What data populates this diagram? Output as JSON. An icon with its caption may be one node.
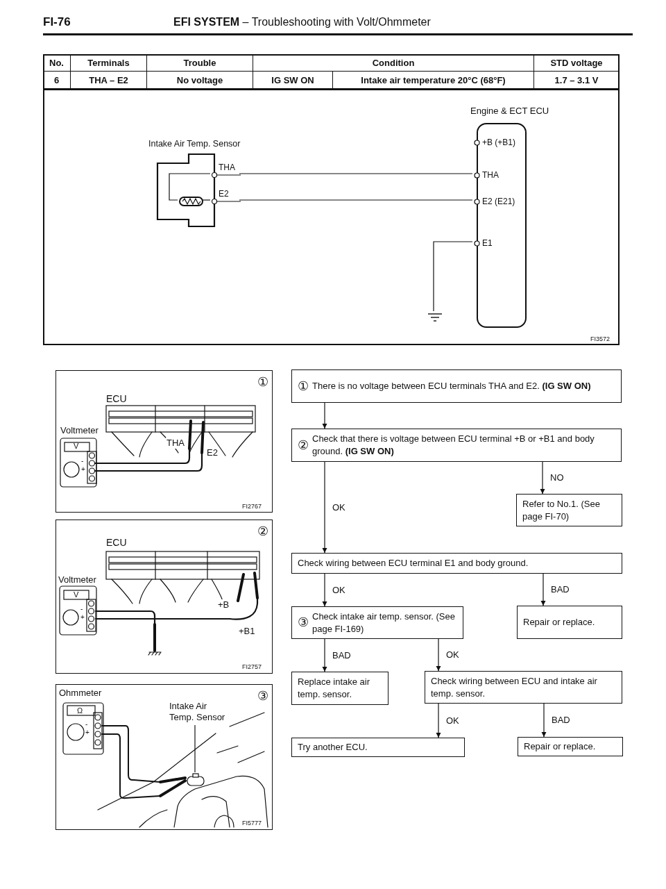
{
  "diagram": {
    "title": "**EFI SYSTEM** – Troubleshooting with Volt/Ohmmeter",
    "nodes": [
      {
        "text": [
          "FI3572"
        ]
      },
      {
        "text": [
          "Engine & ECT ECU"
        ],
        "in": 0
      },
      {
        "text": [
          "+B (+B1)"
        ],
        "in": 1
      },
      {
        "text": [
          "Intake Air Temp. Sensor"
        ],
        "in": 0
      },
      {
        "text": [
          "THA"
        ],
        "in": 0
      },
      {
        "text": [
          "THA"
        ],
        "in": 1
      },
      {
        "text": [
          "E2"
        ],
        "in": 0
      },
      {
        "text": [
          "E2 (E21)"
        ],
        "in": 1
      },
      {
        "text": [
          "E1"
        ],
        "in": 1
      },
      {
        "text": [],
        "shape": "ground",
        "in": 0
      },
      {
        "text": [
          "①",
          "ECU",
          "Voltmeter",
          "V",
          "-",
          "+",
          "THA",
          "E2",
          "FI2767"
        ]
      },
      {
        "text": [
          "②",
          "ECU",
          "Voltmeter",
          "V",
          "-",
          "+",
          "+B",
          "+B1",
          "FI2757"
        ]
      },
      {
        "text": [
          "Ohmmeter",
          "③",
          "Ω",
          "-",
          "+",
          "FI5777"
        ]
      },
      {
        "text": [
          "Intake Air Temp. Sensor"
        ],
        "in": 12
      },
      {
        "text": [],
        "shape": "box",
        "in": 12
      },
      {
        "text": [
          "①",
          "There is no voltage between ECU terminals THA and E2. **(IG SW ON)**"
        ]
      },
      {
        "text": [
          "②",
          "Check that there is voltage between ECU terminal +B or +B1 and body ground. **(IG SW ON)**"
        ]
      },
      {
        "text": [
          "Refer to No.1. (See page FI-70)"
        ]
      },
      {
        "text": [
          "Check wiring between ECU terminal E1 and body ground."
        ]
      },
      {
        "text": [
          "③",
          "Check intake air temp. sensor. (See page FI-169)"
        ]
      },
      {
        "text": [
          "Repair or replace."
        ]
      },
      {
        "text": [
          "Replace intake air temp. sensor."
        ]
      },
      {
        "text": [
          "Check wiring between ECU and intake air temp. sensor."
        ]
      },
      {
        "text": [
          "Try another ECU."
        ]
      },
      {
        "text": [
          "Repair or replace."
        ]
      },
      {
        "text": [],
        "shape": "resistor",
        "in": 3
      }
    ],
    "edges": [
      {
        "from": 4,
        "to": 5,
        "arrow": "none"
      },
      {
        "from": 6,
        "to": 7,
        "arrow": "none"
      },
      {
        "from": 8,
        "to": 9,
        "arrow": "none"
      },
      {
        "from": 13,
        "to": 14,
        "arrow": "none"
      },
      {
        "from": 15,
        "to": 16,
        "arrow": "to"
      },
      {
        "from": 16,
        "to": 18,
        "arrow": "to",
        "label": "OK"
      },
      {
        "from": 16,
        "to": 17,
        "arrow": "to",
        "label": "NO"
      },
      {
        "from": 18,
        "to": 19,
        "arrow": "to",
        "label": "OK"
      },
      {
        "from": 18,
        "to": 20,
        "arrow": "to",
        "label": "BAD"
      },
      {
        "from": 19,
        "to": 21,
        "arrow": "to",
        "label": "BAD"
      },
      {
        "from": 19,
        "to": 22,
        "arrow": "to",
        "label": "OK"
      },
      {
        "from": 22,
        "to": 23,
        "arrow": "to",
        "label": "OK"
      },
      {
        "from": 22,
        "to": 24,
        "arrow": "to",
        "label": "BAD"
      },
      {
        "from": 4,
        "to": 25,
        "arrow": "none"
      },
      {
        "from": 25,
        "to": 6,
        "arrow": "none"
      }
    ],
    "labels": [
      "FI-76",
      "No.",
      "Terminals",
      "Trouble",
      "Condition",
      "STD voltage",
      "6",
      "THA – E2",
      "No voltage",
      "IG SW ON",
      "Intake air temperature 20°C (68°F)",
      "1.7 – 3.1 V"
    ]
  }
}
